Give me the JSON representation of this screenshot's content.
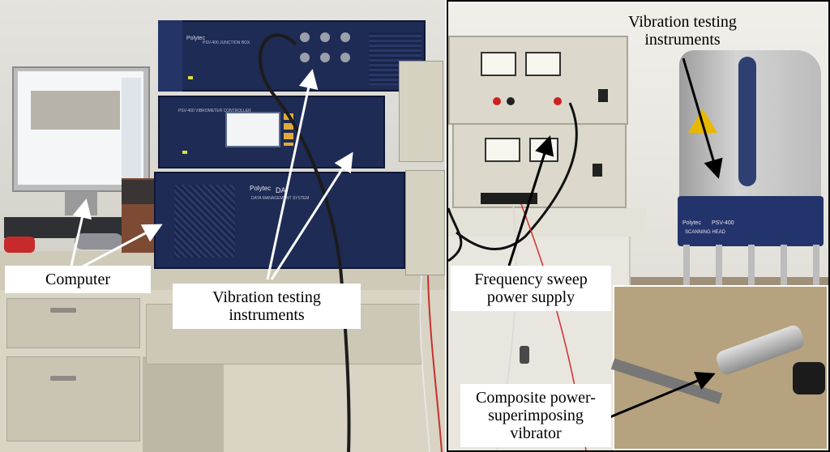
{
  "left_panel": {
    "labels": {
      "computer": "Computer",
      "vibration_instruments": [
        "Vibration testing",
        "instruments"
      ]
    },
    "device_text": {
      "brand": "Polytec",
      "top_unit": "PSV-400 JUNCTION BOX",
      "mid_unit": "PSV-400 VIBROMETER CONTROLLER",
      "bottom_unit_model": "DA",
      "bottom_unit_desc": "DATA MANAGEMENT SYSTEM"
    }
  },
  "right_panel": {
    "labels": {
      "vibration_instruments": [
        "Vibration testing",
        "instruments"
      ],
      "sweep_power": [
        "Frequency sweep",
        "power supply"
      ],
      "vibrator": [
        "Composite power-",
        "superimposing",
        "vibrator"
      ]
    },
    "device_text": {
      "scan_brand": "Polytec",
      "scan_model": "PSV-400",
      "scan_desc": "SCANNING HEAD"
    }
  },
  "colors": {
    "instrument_navy": "#1e2b55",
    "panel_beige": "#d6d2c2",
    "scan_head_silver": "#bfbfbf"
  }
}
